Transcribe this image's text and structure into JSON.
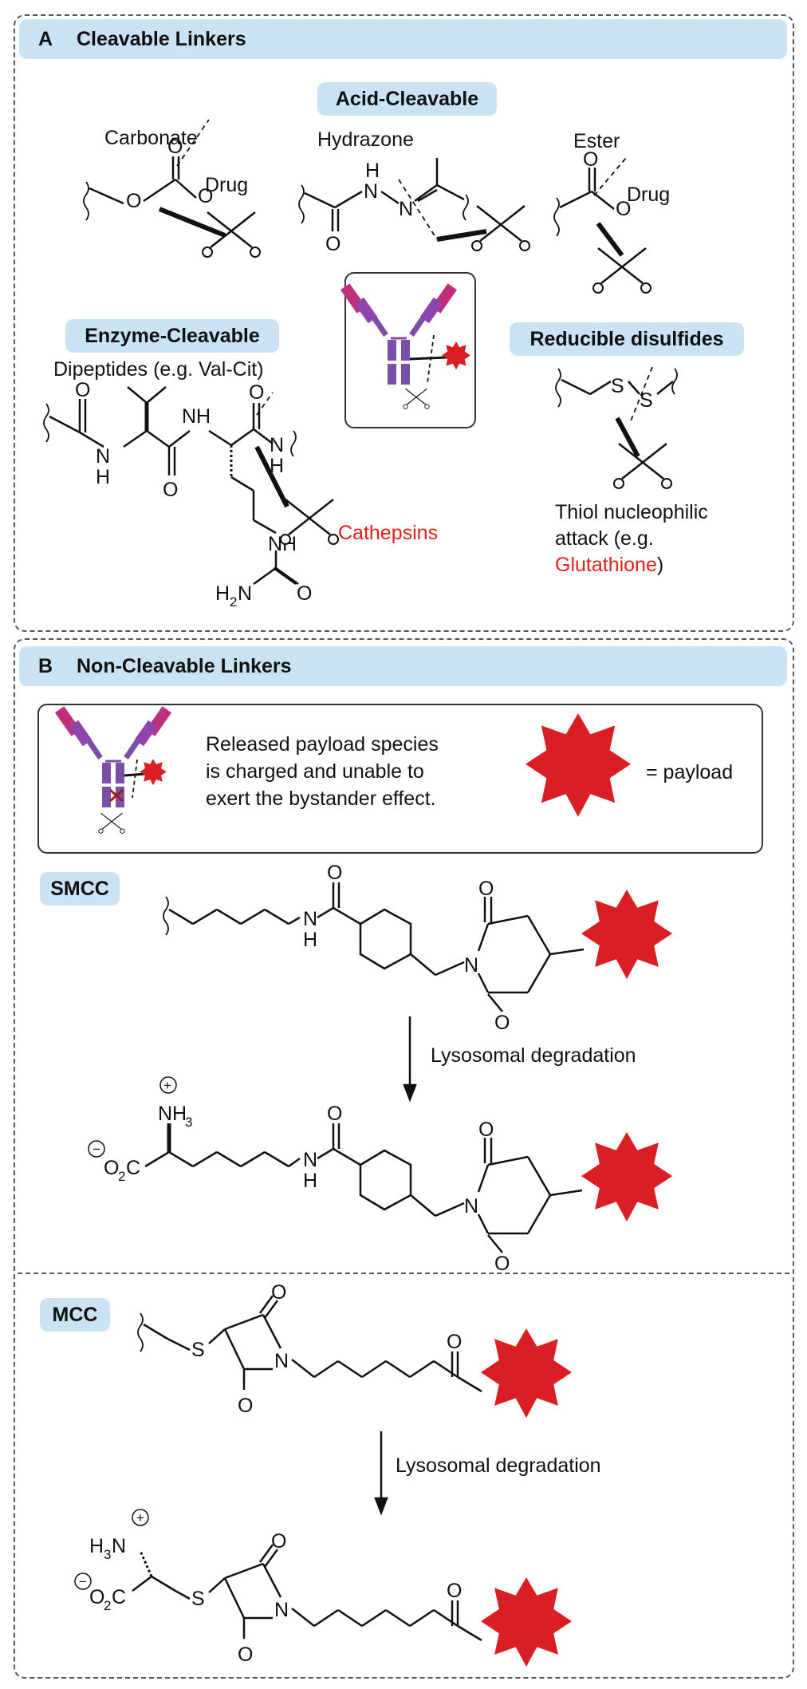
{
  "panel_a": {
    "letter": "A",
    "title": "Cleavable Linkers",
    "acid_pill": "Acid-Cleavable",
    "carbonate_label": "Carbonate",
    "hydrazone_label": "Hydrazone",
    "ester_label": "Ester",
    "enzyme_pill": "Enzyme-Cleavable",
    "dipeptide_label": "Dipeptides (e.g. Val-Cit)",
    "cathepsins_label": "Cathepsins",
    "disulfide_pill": "Reducible disulfides",
    "thiol_line1": "Thiol nucleophilic",
    "thiol_line2": "attack (e.g.",
    "glutathione": "Glutathione",
    "close_paren": ")"
  },
  "panel_b": {
    "letter": "B",
    "title": "Non-Cleavable Linkers",
    "info_line1": "Released payload species",
    "info_line2": "is charged and unable to",
    "info_line3": "exert the bystander effect.",
    "payload_legend": "= payload",
    "smcc_pill": "SMCC",
    "mcc_pill": "MCC",
    "step1_label": "Lysosomal degradation",
    "step2_label": "Lysosomal degradation"
  },
  "atoms": {
    "O": "O",
    "N": "N",
    "H": "H",
    "S": "S",
    "NH": "NH",
    "HN": "N",
    "Drug": "Drug",
    "NH3": "NH",
    "H3N": "H",
    "CO2": "O",
    "C": "C",
    "H2N": "H",
    "N_tail": "N",
    "sub2": "2",
    "sub3": "3",
    "plus": "+",
    "minus": "−"
  },
  "colors": {
    "header_bg": "#c9e3f4",
    "payload_red": "#d91e24",
    "accent_red": "#e0201e",
    "antibody_purple": "#7b4fa8",
    "antibody_magenta": "#c0307a"
  }
}
